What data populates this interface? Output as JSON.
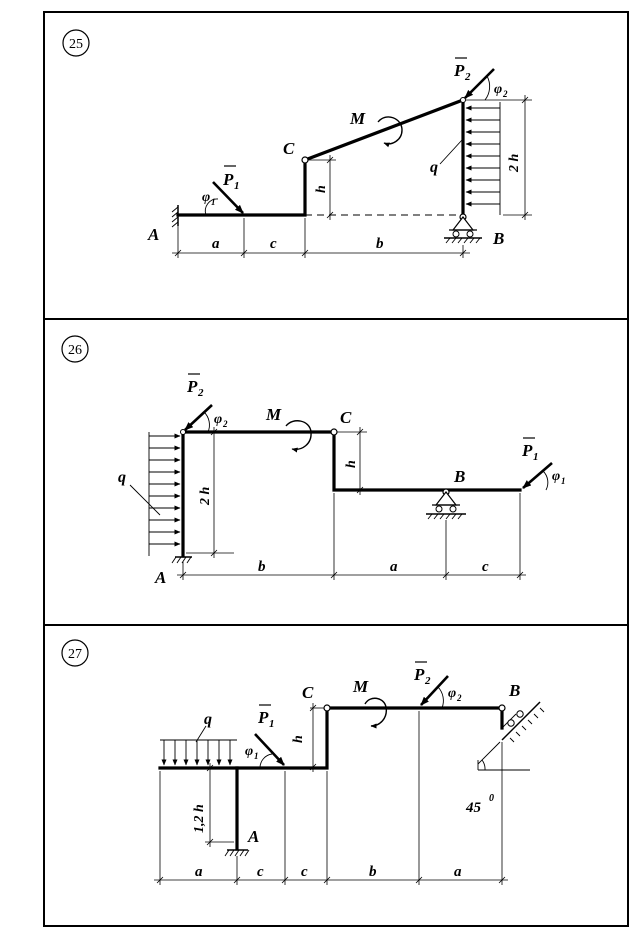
{
  "problems": [
    {
      "number": "25",
      "labels": {
        "A": "A",
        "B": "B",
        "C": "C",
        "M": "M",
        "q": "q",
        "P1": "P",
        "P1_sub": "1",
        "P2": "P",
        "P2_sub": "2",
        "phi1": "φ",
        "phi1_sub": "1",
        "phi2": "φ",
        "phi2_sub": "2"
      },
      "dims": {
        "a": "a",
        "c": "c",
        "b": "b",
        "h": "h",
        "two_h": "2 h"
      }
    },
    {
      "number": "26",
      "labels": {
        "A": "A",
        "B": "B",
        "C": "C",
        "M": "M",
        "q": "q",
        "P1": "P",
        "P1_sub": "1",
        "P2": "P",
        "P2_sub": "2",
        "phi1": "φ",
        "phi1_sub": "1",
        "phi2": "φ",
        "phi2_sub": "2"
      },
      "dims": {
        "b": "b",
        "a": "a",
        "c": "c",
        "h": "h",
        "two_h": "2 h"
      }
    },
    {
      "number": "27",
      "labels": {
        "A": "A",
        "B": "B",
        "C": "C",
        "M": "M",
        "q": "q",
        "P1": "P",
        "P1_sub": "1",
        "P2": "P",
        "P2_sub": "2",
        "phi1": "φ",
        "phi1_sub": "1",
        "phi2": "φ",
        "phi2_sub": "2",
        "angle": "45",
        "angle_unit": "0"
      },
      "dims": {
        "a1": "a",
        "c1": "c",
        "c2": "c",
        "b": "b",
        "a2": "a",
        "h": "h",
        "h12": "1,2 h"
      }
    }
  ]
}
